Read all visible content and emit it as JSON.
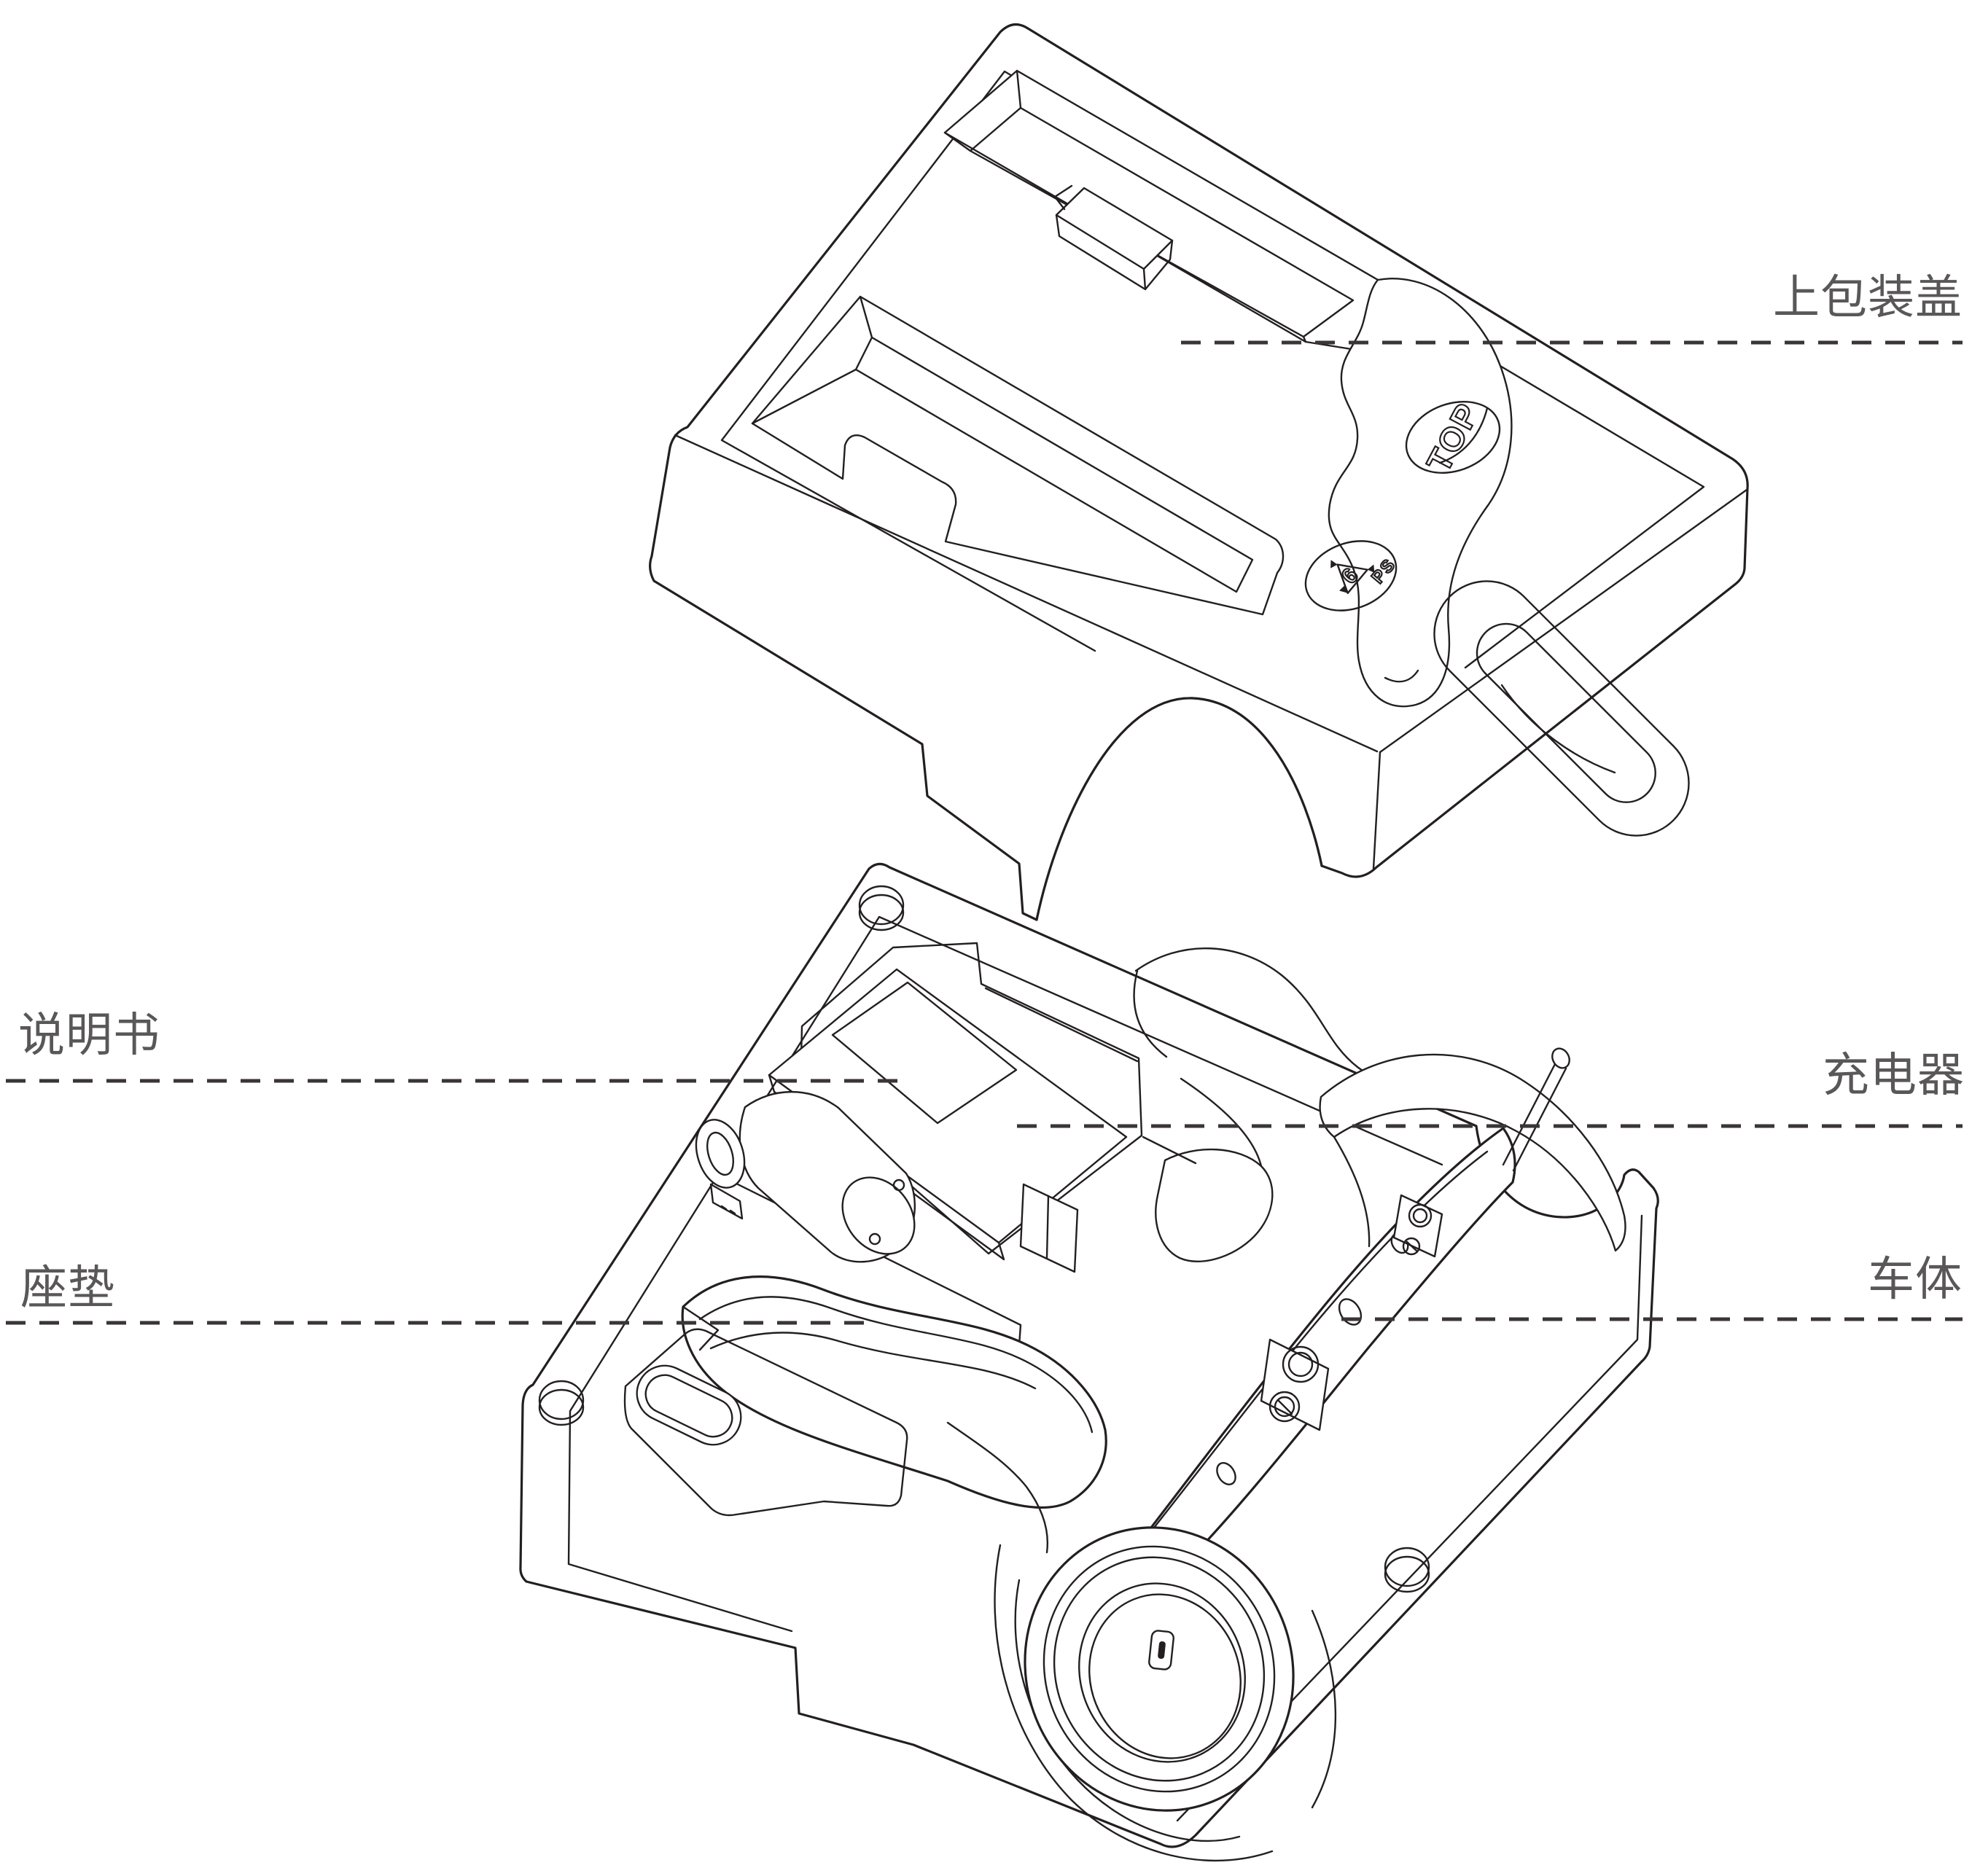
{
  "figure": {
    "type": "exploded packaging diagram",
    "background": "#ffffff",
    "line_color": "#231f20",
    "label_color": "#595757",
    "leader_style": "dashed",
    "labels": {
      "lid": "上包装盖",
      "manual": "说明书",
      "charger": "充电器",
      "cushion": "座垫",
      "body": "车体"
    },
    "stamps": {
      "top": "TOP",
      "recycle_code": "6",
      "recycle_material": "PS"
    }
  }
}
